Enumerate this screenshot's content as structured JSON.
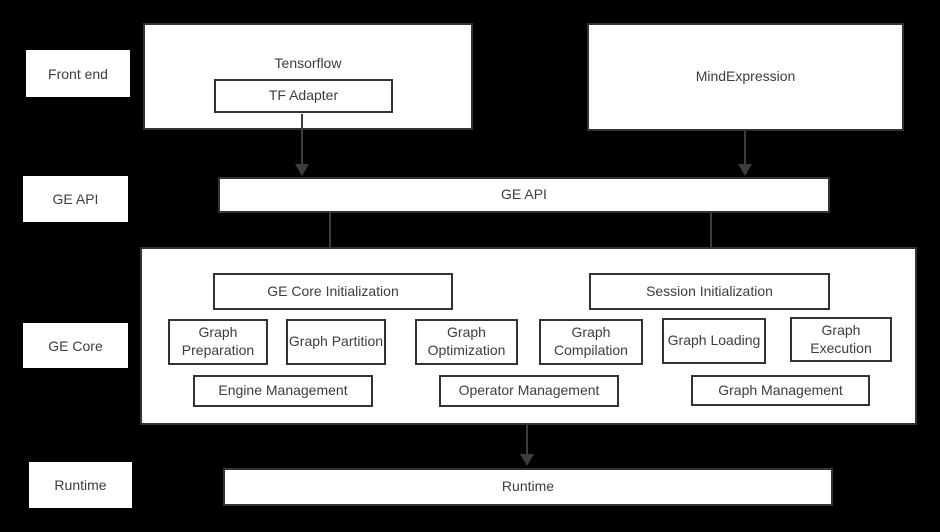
{
  "layers": {
    "front_end": {
      "label": "Front end",
      "tensorflow": "Tensorflow",
      "tf_adapter": "TF Adapter",
      "mind_expression": "MindExpression"
    },
    "ge_api": {
      "label": "GE API",
      "bar": "GE API"
    },
    "ge_core": {
      "label": "GE Core",
      "ge_core_initialization": "GE Core Initialization",
      "session_initialization": "Session Initialization",
      "process_boxes": [
        "Graph Preparation",
        "Graph Partition",
        "Graph Optimization",
        "Graph Compilation",
        "Graph Loading",
        "Graph Execution"
      ],
      "management_boxes": [
        "Engine Management",
        "Operator Management",
        "Graph Management"
      ]
    },
    "runtime": {
      "label": "Runtime",
      "bar": "Runtime"
    }
  },
  "colors": {
    "background": "#000000",
    "box_fill": "#ffffff",
    "box_border": "#333333",
    "text": "#3d3d3d",
    "arrow": "#3d3d3d"
  }
}
